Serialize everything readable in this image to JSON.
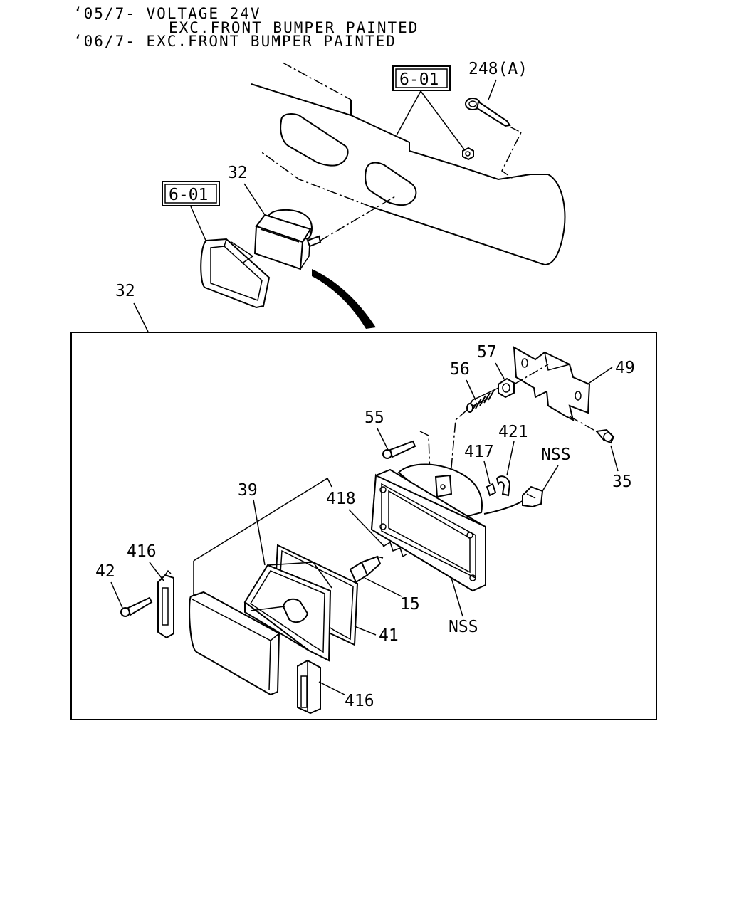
{
  "header": {
    "line1": "‘05/7- VOLTAGE 24V",
    "line2": "EXC.FRONT BUMPER PAINTED",
    "line3": "‘06/7- EXC.FRONT BUMPER PAINTED"
  },
  "refs": {
    "ref_top": "6-01",
    "ref_left": "6-01"
  },
  "labels": {
    "p248a": "248(A)",
    "p32_top": "32",
    "p32_detail": "32",
    "p57": "57",
    "p56": "56",
    "p49": "49",
    "p55": "55",
    "p421": "421",
    "p417": "417",
    "p_nss_connector": "NSS",
    "p35": "35",
    "p39": "39",
    "p418": "418",
    "p416_left": "416",
    "p42": "42",
    "p15": "15",
    "p_nss_housing": "NSS",
    "p41": "41",
    "p416_bottom": "416"
  }
}
